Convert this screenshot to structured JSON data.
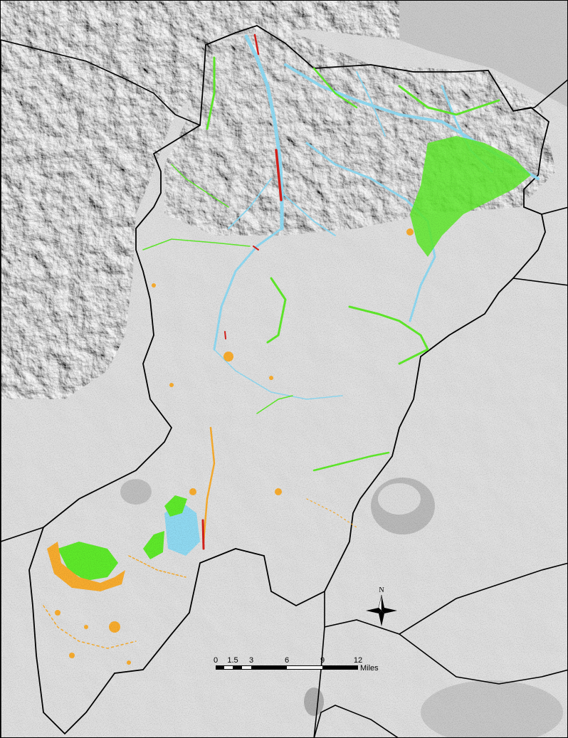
{
  "map": {
    "north_arrow_label": "N",
    "scale_bar": {
      "ticks": [
        "0",
        "1.5",
        "3",
        "6",
        "9",
        "12"
      ],
      "unit": "Miles"
    },
    "colors": {
      "hillshade_light": "#e6e6e6",
      "hillshade_mid": "#c8c8c8",
      "hillshade_dark": "#7a7a7a",
      "boundary": "#000000",
      "class_green": "#5ee82a",
      "class_cyan": "#8fd8f0",
      "class_orange": "#f6ab2e",
      "class_red": "#d4201a"
    }
  }
}
